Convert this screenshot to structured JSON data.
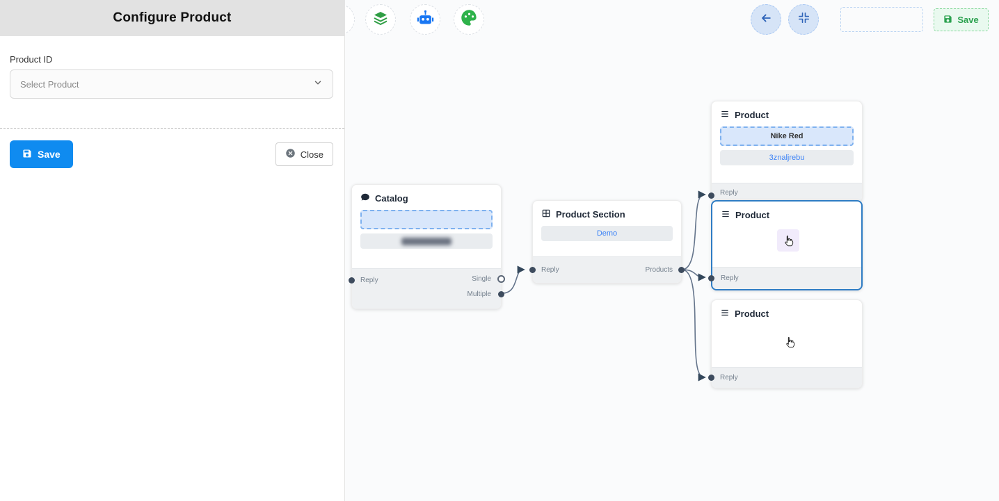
{
  "panel": {
    "title": "Configure Product",
    "product_id_label": "Product ID",
    "select_product": {
      "placeholder": "Select Product"
    },
    "save_label": "Save",
    "close_label": "Close"
  },
  "canvas": {
    "toolbar": {
      "save_label": "Save",
      "icons": [
        "stack-icon",
        "bot-icon",
        "palette-icon",
        "back-arrow-icon",
        "fit-view-icon"
      ]
    },
    "nodes": {
      "catalog": {
        "title": "Catalog",
        "reply": "Reply",
        "single": "Single",
        "multiple": "Multiple"
      },
      "product_section": {
        "title": "Product Section",
        "option": "Demo",
        "reply": "Reply",
        "products": "Products"
      },
      "product_top": {
        "title": "Product",
        "product_name": "Nike Red",
        "retailer_id": "3znaljrebu",
        "reply": "Reply"
      },
      "product_middle": {
        "title": "Product",
        "reply": "Reply"
      },
      "product_bottom": {
        "title": "Product",
        "reply": "Reply"
      }
    }
  },
  "colors": {
    "primary_blue": "#0f8bf0",
    "save_green": "#2aa14e",
    "selected_node_border": "#2e7cc4",
    "edge_gray": "#64748b",
    "highlight_field_bg": "#d9e7fb",
    "footer_gray": "#eef0f2"
  }
}
